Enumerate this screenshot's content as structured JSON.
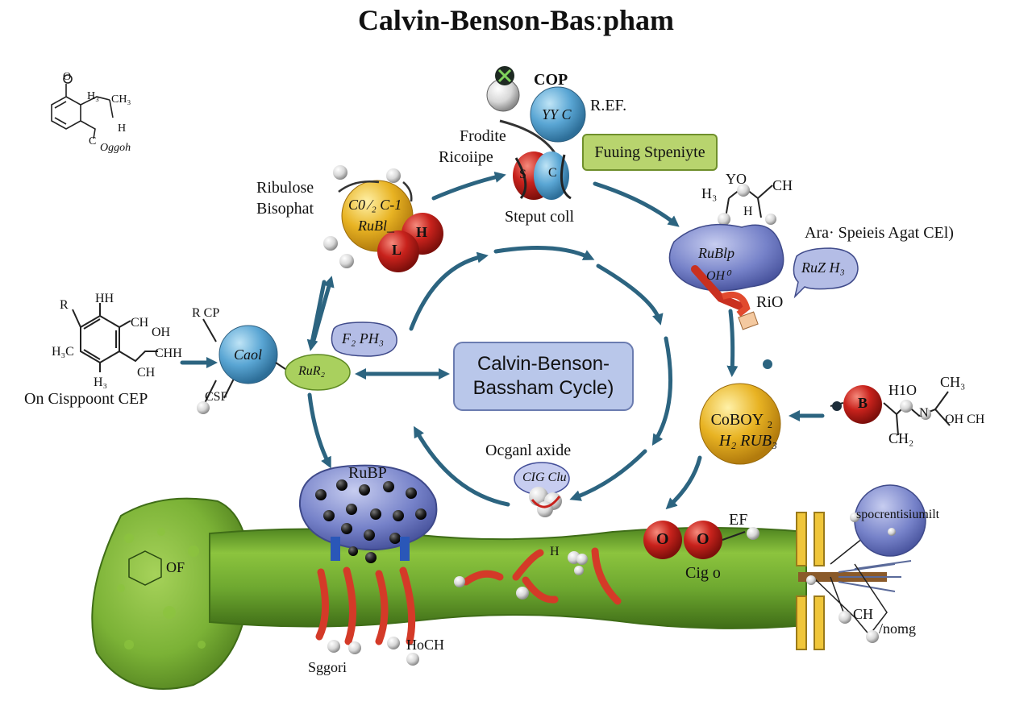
{
  "title": "Calvin-Benson-Basːpham",
  "center_box": {
    "line1": "Calvin-Benson-",
    "line2": "Bassham Cycle)"
  },
  "labels": {
    "cop": "COP",
    "ref": "R.EF.",
    "yyc": "YY C",
    "frodite": "Frodite",
    "ricoiipe": "Ricoiipe",
    "fuuing": "Fuuing Stpeniyte",
    "s": "S",
    "c": "C",
    "steput": "Steput coll",
    "ribulose1": "Ribulose",
    "ribulose2": "Bisophat",
    "ball_cq1": "C0 ⁄₂ C-1",
    "ball_cq2": "RuBl_",
    "h": "H",
    "l": "L",
    "yo": "YO",
    "ch_top": "CH",
    "h3": "H₃",
    "h_small": "H",
    "ara": "Ara· Speieis Agat CEl)",
    "rubip": "RuBlp",
    "ohc": "OH⁰",
    "ruzh": "RuZ H₃",
    "rio": "RiO",
    "fph": "F₂ PH₃",
    "caol": "Caol",
    "rcp": "R CP",
    "csf": "CSF",
    "rurb": "RuR₂",
    "r": "R",
    "hh": "HH",
    "ch_oh": "CH",
    "oh": "OH",
    "h3c": "H₃C",
    "chh": "CHH",
    "ch_low": "CH",
    "h3_low": "H₃",
    "cispp": "On Cisppoont CEP",
    "oganl": "Ocganl axide",
    "gcl": "CIG Clu",
    "coboy1": "CoBOY ₂",
    "coboy2": "H₂ RUB₃",
    "b": "B",
    "h1o": "H1O",
    "ch3": "CH₃",
    "n": "N",
    "oh_ch": "OH CH",
    "ch2": "CH₂",
    "rubp": "RuBP",
    "o1": "O",
    "o2": "O",
    "ef": "EF",
    "cigo": "Cig o",
    "h_mid": "H",
    "spoc": "spocrentisiumilt",
    "ch_br": "CH",
    "nomg": "/nomg",
    "hoch": "HoCH",
    "sggori": "Sggori",
    "of": "OF",
    "chem_ch3": "CH₃",
    "chem_h3": "H₃",
    "chem_h": "H",
    "chem_o": "O",
    "chem_c": "C",
    "chem_oggoh": "Oggoh"
  },
  "colors": {
    "arrow": "#2c6480",
    "sphere_blue": "#5aa6d4",
    "sphere_yellow": "#e8b323",
    "sphere_red": "#c8221c",
    "sphere_green": "#9cc84a",
    "protein_blue": "#6a79c4",
    "tube_green": "#6ea830",
    "helix_red": "#d43a28"
  }
}
